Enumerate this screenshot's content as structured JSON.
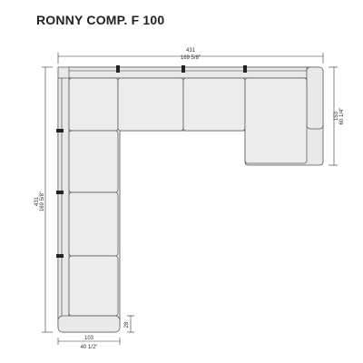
{
  "title": "RONNY COMP. F 100",
  "dimensions": {
    "total_width_cm": "431",
    "total_width_in": "169 5/8\"",
    "total_depth_cm": "431",
    "total_depth_in": "169 5/8\"",
    "chaise_depth_cm": "153",
    "chaise_depth_in": "60 1/4\"",
    "seat_width_cm": "103",
    "seat_width_in": "40 1/2\"",
    "arm_width_cm": "28"
  },
  "colors": {
    "fill": "#e9e9e9",
    "stroke": "#555555",
    "dark": "#222222"
  }
}
